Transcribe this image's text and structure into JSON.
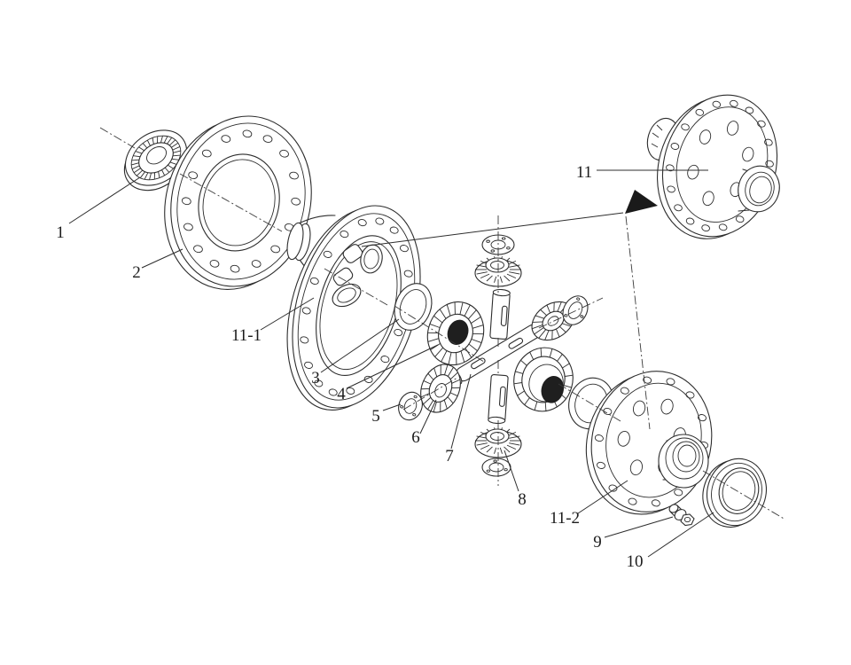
{
  "figure": {
    "kind": "exploded-parts-diagram",
    "colors": {
      "background": "#ffffff",
      "line": "#2d2d2d",
      "arrow_fill": "#1a1a1a",
      "bore_fill": "#1f1f1f"
    },
    "icons": {
      "assembly_arrow": "black-filled-triangle"
    },
    "callouts": [
      {
        "id": "part-1",
        "label": "1"
      },
      {
        "id": "part-2",
        "label": "2"
      },
      {
        "id": "part-11-1",
        "label": "11-1"
      },
      {
        "id": "part-3",
        "label": "3"
      },
      {
        "id": "part-4",
        "label": "4"
      },
      {
        "id": "part-5",
        "label": "5"
      },
      {
        "id": "part-6",
        "label": "6"
      },
      {
        "id": "part-7",
        "label": "7"
      },
      {
        "id": "part-8",
        "label": "8"
      },
      {
        "id": "part-11-2",
        "label": "11-2"
      },
      {
        "id": "part-9",
        "label": "9"
      },
      {
        "id": "part-10",
        "label": "10"
      },
      {
        "id": "part-11",
        "label": "11"
      }
    ]
  }
}
